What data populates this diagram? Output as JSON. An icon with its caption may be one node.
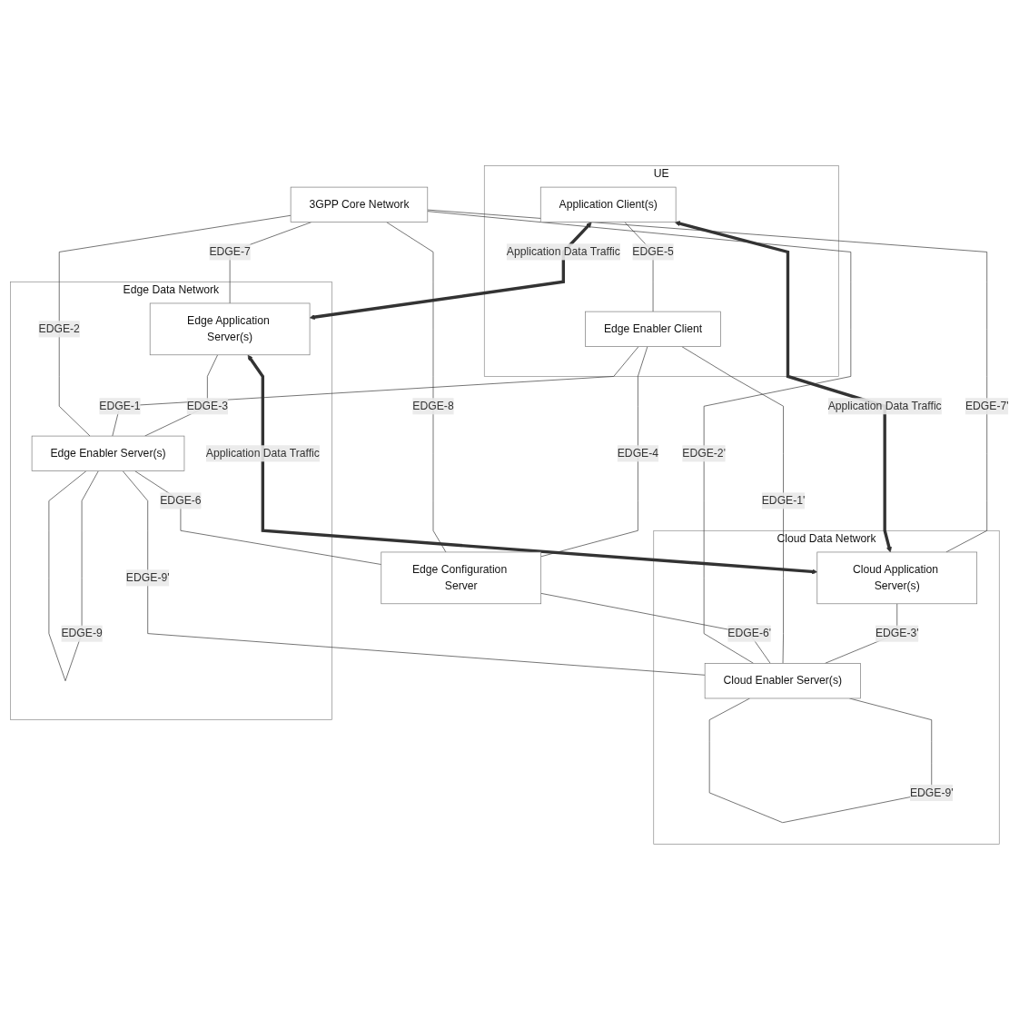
{
  "diagram": {
    "nodes": [
      {
        "text": [
          "UE"
        ]
      },
      {
        "text": [
          "Application Client(s)"
        ],
        "in": 0
      },
      {
        "text": [
          "Edge Enabler Client"
        ],
        "in": 0
      },
      {
        "text": [
          "3GPP Core Network"
        ]
      },
      {
        "text": [
          "Cloud Data Network"
        ]
      },
      {
        "text": [
          "Cloud Application Server(s)"
        ],
        "in": 4
      },
      {
        "text": [
          "Cloud Enabler Server(s)"
        ],
        "in": 4
      },
      {
        "text": [
          "Edge Data Network"
        ]
      },
      {
        "text": [
          "Edge Application Server(s)"
        ],
        "in": 7
      },
      {
        "text": [
          "Edge Enabler Server(s)"
        ],
        "in": 7
      },
      {
        "text": [
          "Edge Configuration Server"
        ]
      }
    ],
    "edges": [
      {
        "from": 3,
        "to": 5,
        "arrow": "none",
        "label": "EDGE-7'"
      },
      {
        "from": 1,
        "to": 5,
        "arrow": "both",
        "label": "Application Data Traffic",
        "style": "thick"
      },
      {
        "from": 8,
        "to": 5,
        "arrow": "both",
        "label": "Application Data Traffic",
        "style": "thick"
      },
      {
        "from": 1,
        "to": 8,
        "arrow": "both",
        "label": "Application Data Traffic",
        "style": "thick"
      },
      {
        "from": 5,
        "to": 6,
        "arrow": "none",
        "label": "EDGE-3'"
      },
      {
        "from": 3,
        "to": 8,
        "arrow": "none",
        "label": "EDGE-7"
      },
      {
        "from": 1,
        "to": 2,
        "arrow": "none",
        "label": "EDGE-5"
      },
      {
        "from": 8,
        "to": 9,
        "arrow": "none",
        "label": "EDGE-3"
      },
      {
        "from": 6,
        "to": 6,
        "arrow": "none",
        "label": "EDGE-9'"
      },
      {
        "from": 9,
        "to": 6,
        "arrow": "none",
        "label": "EDGE-9'"
      },
      {
        "from": 2,
        "to": 9,
        "arrow": "none",
        "label": "EDGE-1"
      },
      {
        "from": 9,
        "to": 9,
        "arrow": "none",
        "label": "EDGE-9"
      },
      {
        "from": 3,
        "to": 9,
        "arrow": "none",
        "label": "EDGE-2"
      },
      {
        "from": 2,
        "to": 6,
        "arrow": "none",
        "label": "EDGE-1'"
      },
      {
        "from": 9,
        "to": 10,
        "arrow": "none",
        "label": "EDGE-6"
      },
      {
        "from": 2,
        "to": 10,
        "arrow": "none",
        "label": "EDGE-4"
      },
      {
        "from": 10,
        "to": 6,
        "arrow": "none",
        "label": "EDGE-6'"
      },
      {
        "from": 3,
        "to": 10,
        "arrow": "none",
        "label": "EDGE-8"
      },
      {
        "from": 3,
        "to": 6,
        "arrow": "none",
        "label": "EDGE-2'"
      }
    ]
  }
}
